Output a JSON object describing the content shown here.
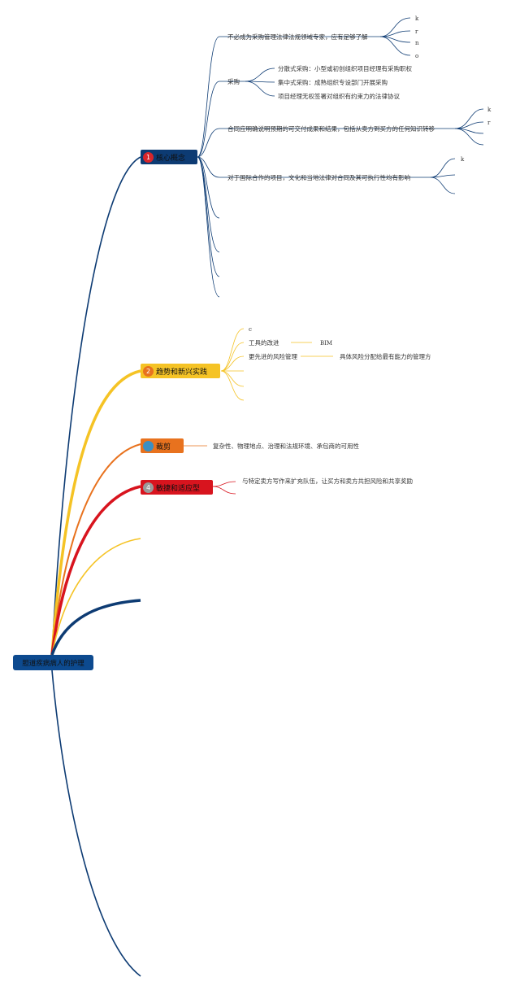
{
  "root": {
    "label": "胆道疾病病人的护理"
  },
  "branches": [
    {
      "id": "b1",
      "number": "1",
      "label": "核心概念",
      "color": "#0d3b73",
      "badge_color": "#0d3b73",
      "num_color": "#d8262b",
      "children": [
        {
          "label": "不必成为采购管理法律法规领域专家，应有足够了解",
          "leaves": [
            "k",
            "r",
            "n",
            "o"
          ]
        },
        {
          "label": "采购",
          "leaves": [
            "分散式采购：小型或初创组织项目经理有采购职权",
            "集中式采购：成熟组织专设部门开展采购",
            "项目经理无权签署对组织有约束力的法律协议"
          ]
        },
        {
          "label": "合同应明确说明预期的可交付成果和结果，包括从卖方到买方的任何知识转移",
          "leaves": [
            "k",
            "r",
            "",
            ""
          ]
        },
        {
          "label": "对于国际合作的项目，文化和当地法律对合同及其可执行性均有影响",
          "leaves": [
            "k",
            "",
            ""
          ]
        },
        {
          "label": ""
        },
        {
          "label": ""
        },
        {
          "label": ""
        },
        {
          "label": ""
        }
      ]
    },
    {
      "id": "b2",
      "number": "2",
      "label": "趋势和新兴实践",
      "color": "#f5c325",
      "badge_color": "#f5c325",
      "num_color": "#e8721e",
      "children": [
        {
          "label": "c"
        },
        {
          "label": "工具的改进",
          "leaf": "BIM"
        },
        {
          "label": "更先进的风险管理",
          "leaf": "具体风险分配给最有能力的管理方"
        },
        {
          "label": ""
        },
        {
          "label": ""
        },
        {
          "label": ""
        }
      ]
    },
    {
      "id": "b3",
      "number": "",
      "label": "裁剪",
      "color": "#e8721e",
      "badge_color": "#e8721e",
      "num_color": "#3a8fc4",
      "children": [
        {
          "label": "复杂性、物理地点、治理和法规环境、承包商的可用性"
        }
      ]
    },
    {
      "id": "b4",
      "number": "4",
      "label": "敏捷和适应型",
      "color": "#d8141e",
      "badge_color": "#d8141e",
      "num_color": "#9a9a9a",
      "children": [
        {
          "label": "与特定卖方写作来扩充队伍，让买方和卖方共担风险和共享奖励"
        },
        {
          "label": ""
        }
      ]
    }
  ],
  "empty_branches": [
    {
      "color": "#f5c325"
    },
    {
      "color": "#0d3b73"
    },
    {
      "color": "#0d3b73"
    }
  ]
}
